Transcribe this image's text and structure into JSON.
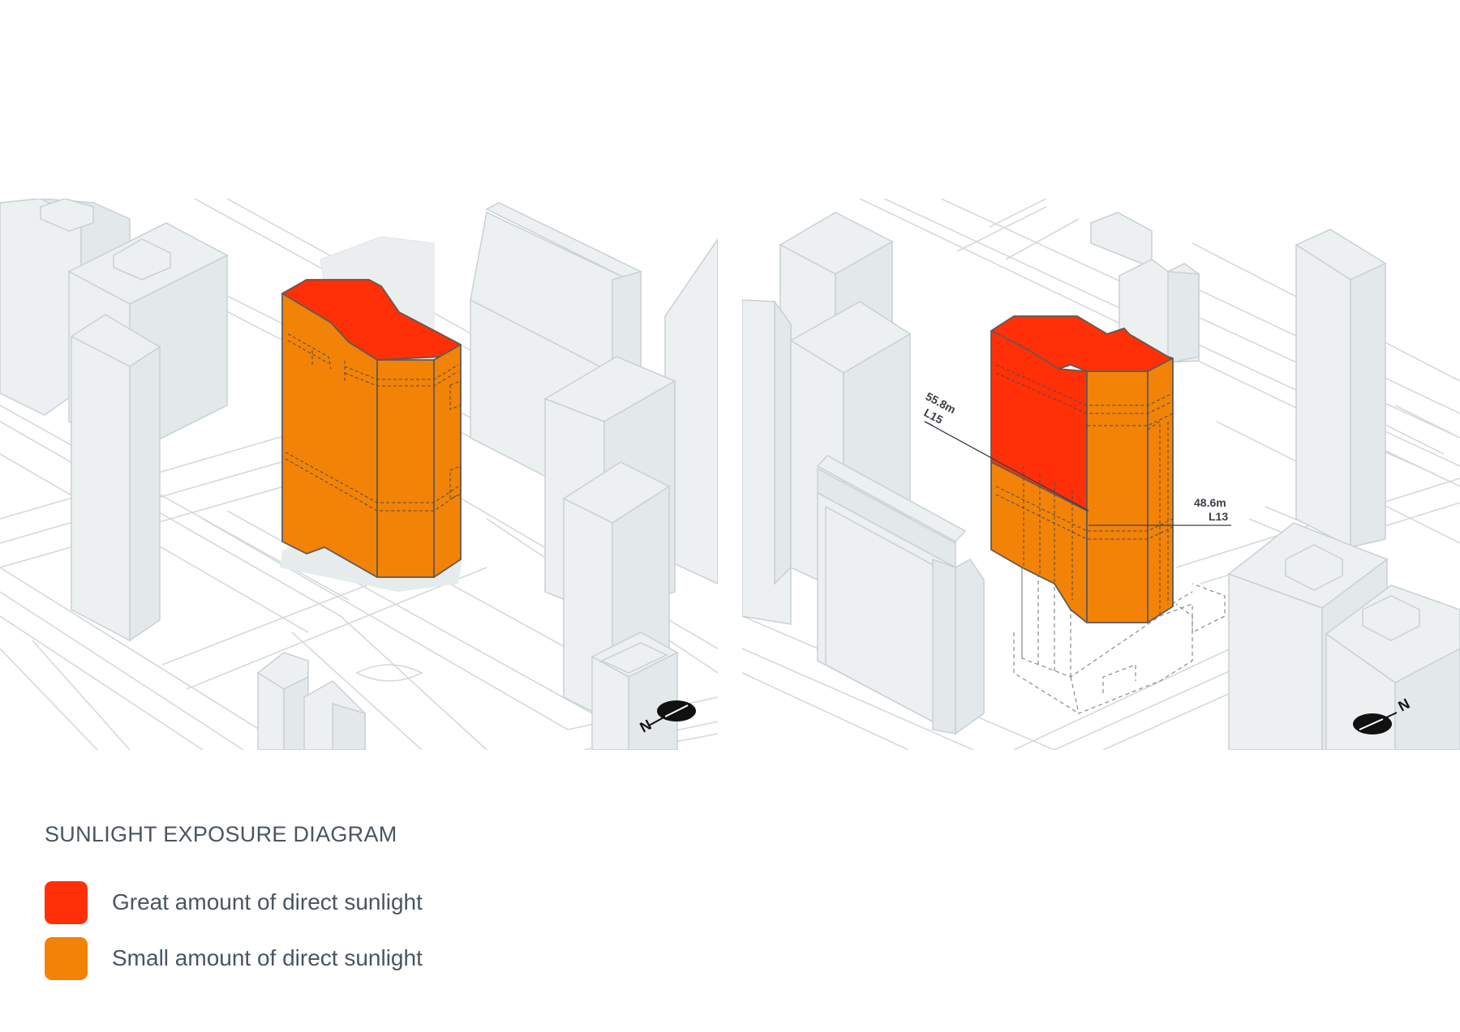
{
  "legend": {
    "title": "SUNLIGHT EXPOSURE DIAGRAM",
    "items": [
      {
        "label": "Great amount of direct sunlight",
        "color": "#ff3008"
      },
      {
        "label": "Small amount of direct sunlight",
        "color": "#f28307"
      }
    ]
  },
  "annotations": {
    "upper_height": "55.8m",
    "upper_level": "L15",
    "lower_height": "48.6m",
    "lower_level": "L13"
  },
  "compass": {
    "left_letter": "N",
    "right_letter": "N"
  },
  "colors": {
    "building_fill": "#ecf0f1",
    "building_side": "#e3e8ea",
    "building_stroke": "#c9d0d4",
    "street_line": "#d4d9dc",
    "great_sun": "#ff3008",
    "small_sun": "#f28307"
  }
}
